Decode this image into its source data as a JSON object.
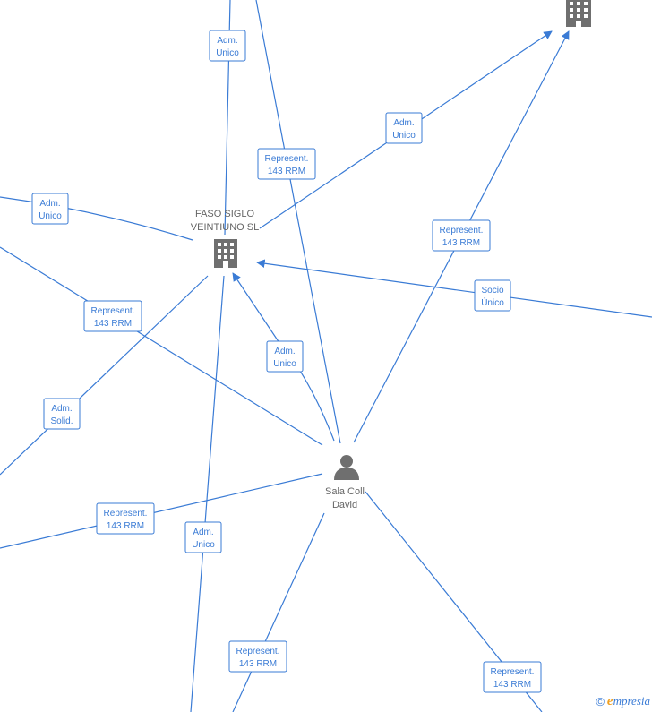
{
  "nodes": [
    {
      "id": "faso",
      "type": "company",
      "label_lines": [
        "FASO SIGLO",
        "VEINTIUNO SL"
      ]
    },
    {
      "id": "top_company",
      "type": "company",
      "label_lines": []
    },
    {
      "id": "person",
      "type": "person",
      "label_lines": [
        "Sala Coll",
        "David"
      ]
    }
  ],
  "edge_labels": [
    {
      "id": "e1",
      "lines": [
        "Adm.",
        "Unico"
      ]
    },
    {
      "id": "e2",
      "lines": [
        "Represent.",
        "143 RRM"
      ]
    },
    {
      "id": "e3",
      "lines": [
        "Adm.",
        "Unico"
      ]
    },
    {
      "id": "e4",
      "lines": [
        "Adm.",
        "Unico"
      ]
    },
    {
      "id": "e5",
      "lines": [
        "Represent.",
        "143 RRM"
      ]
    },
    {
      "id": "e6",
      "lines": [
        "Represent.",
        "143 RRM"
      ]
    },
    {
      "id": "e7",
      "lines": [
        "Socio",
        "Único"
      ]
    },
    {
      "id": "e8",
      "lines": [
        "Adm.",
        "Unico"
      ]
    },
    {
      "id": "e9",
      "lines": [
        "Adm.",
        "Solid."
      ]
    },
    {
      "id": "e10",
      "lines": [
        "Represent.",
        "143 RRM"
      ]
    },
    {
      "id": "e11",
      "lines": [
        "Adm.",
        "Unico"
      ]
    },
    {
      "id": "e12",
      "lines": [
        "Represent.",
        "143 RRM"
      ]
    },
    {
      "id": "e13",
      "lines": [
        "Represent.",
        "143 RRM"
      ]
    }
  ],
  "watermark": {
    "copyright": "©",
    "brand_initial": "e",
    "brand_rest": "mpresia"
  },
  "colors": {
    "edge": "#3a7bd5",
    "node_text": "#666666",
    "icon": "#6f6f6f",
    "brand_accent": "#f0a020"
  }
}
